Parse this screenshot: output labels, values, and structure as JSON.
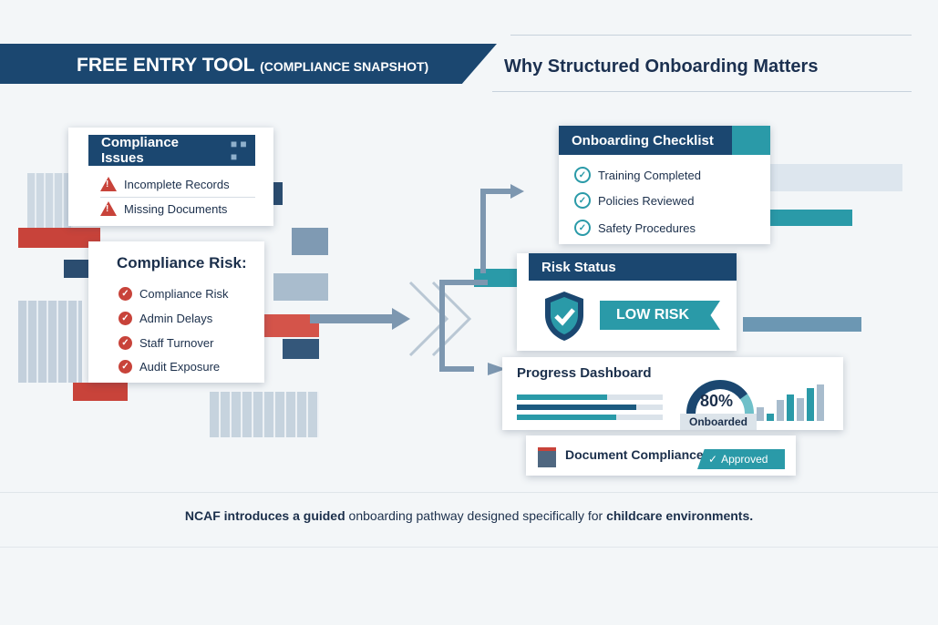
{
  "banner": {
    "title": "FREE ENTRY TOOL",
    "subtitle": "(COMPLIANCE SNAPSHOT)",
    "heading": "Why Structured Onboarding Matters"
  },
  "issues": {
    "title": "Compliance Issues",
    "items": [
      "Incomplete Records",
      "Missing Documents"
    ]
  },
  "risk_list": {
    "title": "Compliance Risk:",
    "items": [
      "Compliance Risk",
      "Admin Delays",
      "Staff Turnover",
      "Audit Exposure"
    ]
  },
  "checklist": {
    "title": "Onboarding Checklist",
    "items": [
      "Training Completed",
      "Policies Reviewed",
      "Safety Procedures"
    ]
  },
  "risk_status": {
    "title": "Risk Status",
    "badge": "LOW RISK"
  },
  "dashboard": {
    "title": "Progress Dashboard",
    "percent_label": "80%",
    "percent": 0.8,
    "caption": "Onboarded",
    "progress_bars": [
      0.62,
      0.82,
      0.68
    ],
    "mini_bars": [
      0.35,
      0.2,
      0.55,
      0.7,
      0.6,
      0.85,
      0.95
    ]
  },
  "document": {
    "title": "Document Compliance",
    "badge": "Approved"
  },
  "footer": {
    "text_bold": "NCAF introduces a guided",
    "text_regular": "onboarding pathway designed specifically for",
    "text_bold2": "childcare environments."
  },
  "colors": {
    "navy": "#1b4770",
    "teal": "#2a9aa8",
    "red": "#c8433a"
  }
}
